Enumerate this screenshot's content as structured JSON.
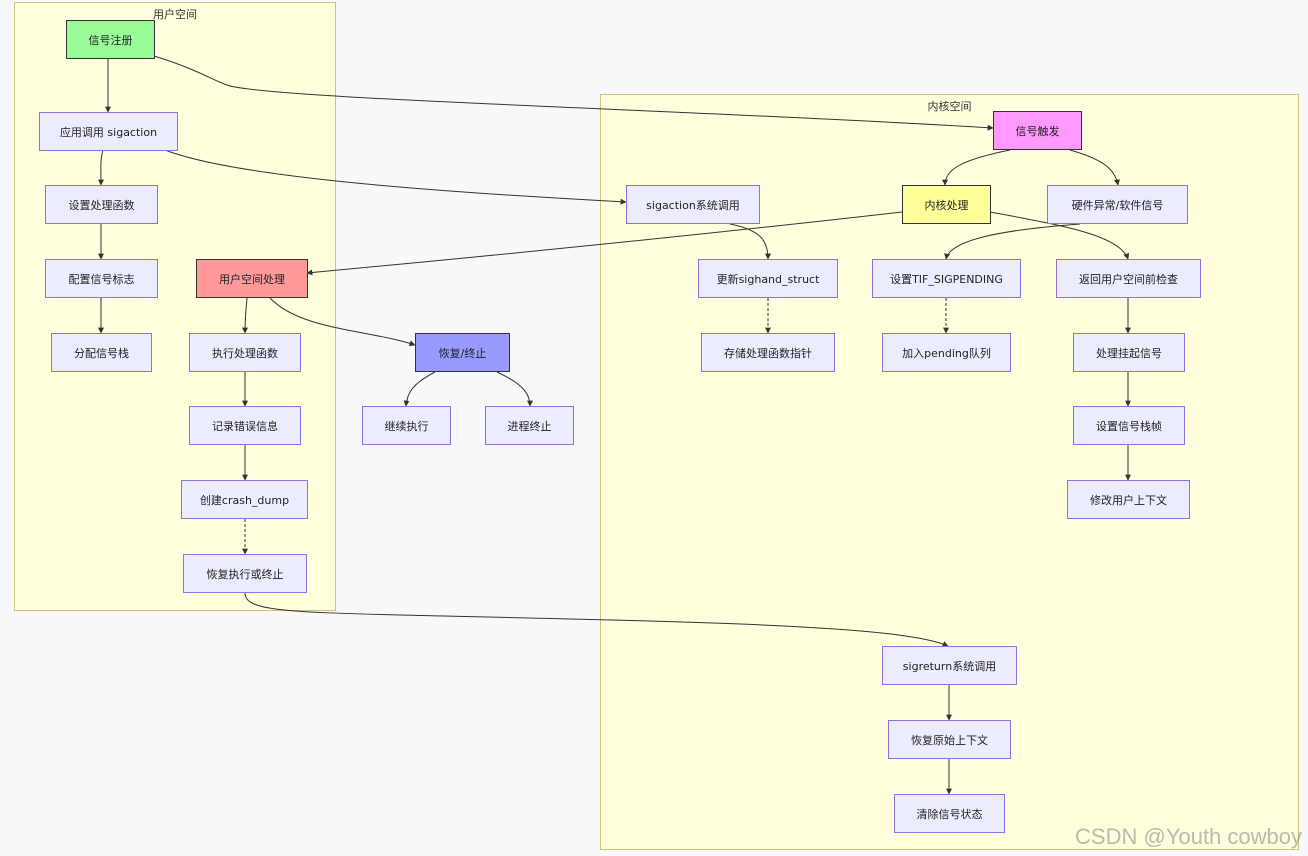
{
  "clusters": {
    "user": "用户空间",
    "kernel": "内核空间"
  },
  "nodes": {
    "reg": "信号注册",
    "app_sigaction": "应用调用 sigaction",
    "set_handler": "设置处理函数",
    "config_flags": "配置信号标志",
    "alloc_stack": "分配信号栈",
    "user_handle": "用户空间处理",
    "exec_handler": "执行处理函数",
    "log_error": "记录错误信息",
    "create_dump": "创建crash_dump",
    "restore_or_exit": "恢复执行或终止",
    "resume_term": "恢复/终止",
    "continue": "继续执行",
    "terminate": "进程终止",
    "trigger": "信号触发",
    "sys_sigaction": "sigaction系统调用",
    "kernel_handle": "内核处理",
    "hw_sw": "硬件异常/软件信号",
    "update_sighand": "更新sighand_struct",
    "set_tif": "设置TIF_SIGPENDING",
    "check_return": "返回用户空间前检查",
    "store_ptr": "存储处理函数指针",
    "add_pending": "加入pending队列",
    "handle_pending": "处理挂起信号",
    "set_frame": "设置信号栈帧",
    "modify_ctx": "修改用户上下文",
    "sigreturn": "sigreturn系统调用",
    "restore_ctx": "恢复原始上下文",
    "clear_state": "清除信号状态"
  },
  "colors": {
    "cluster_fill": "#ffffde",
    "node_fill": "#ececff",
    "node_border": "#9370db",
    "green": "#98fb98",
    "pink": "#ff99ff",
    "yellow": "#ffff99",
    "red": "#ff9999",
    "blue": "#9999ff"
  },
  "watermark": "CSDN @Youth cowboy"
}
